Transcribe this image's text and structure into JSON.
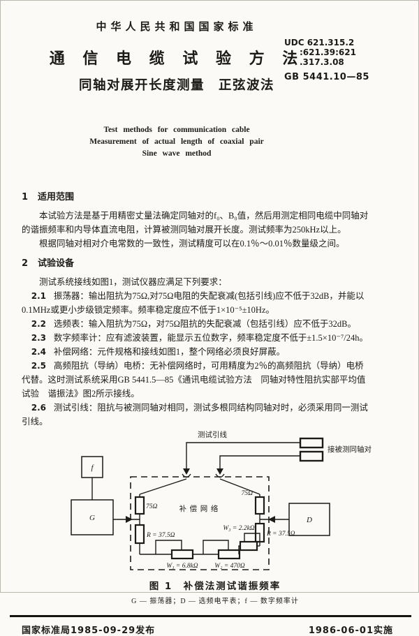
{
  "doc": {
    "country_header": "中华人民共和国国家标准",
    "title_cn_1": "通 信 电 缆 试 验 方 法",
    "title_cn_2": "同轴对展开长度测量　正弦波法",
    "udc1": "UDC 621.315.2",
    "udc2": ":621.39:621",
    "udc3": ".317.3.08",
    "std_no": "GB 5441.10—85",
    "title_en_1": "Test methods for communication cable",
    "title_en_2": "Measurement of actual length of coaxial pair",
    "title_en_3": "Sine wave method"
  },
  "section1": {
    "no": "1",
    "heading": "适用范围",
    "p1": "本试验方法是基于用精密丈量法确定同轴对的f₀、B₀值，然后用测定相同电缆中同轴对的谐振频率和内导体直流电阻，计算被测同轴对展开长度。测试频率为250kHz以上。",
    "p2": "根据同轴对相对介电常数的一致性，测试精度可以在0.1％～0.01％数量级之间。"
  },
  "section2": {
    "no": "2",
    "heading": "试验设备",
    "intro": "测试系统接线如图1，测试仪器应满足下列要求：",
    "items": [
      {
        "num": "2.1",
        "text": "振荡器：输出阻抗为75Ω,对75Ω电阻的失配衰减(包括引线)应不低于32dB，并能以0.1MHz或更小步级锁定频率。频率稳定度应不低于1×10⁻⁵±10Hz。"
      },
      {
        "num": "2.2",
        "text": "选频表：输入阻抗为75Ω，对75Ω阻抗的失配衰减（包括引线）应不低于32dB。"
      },
      {
        "num": "2.3",
        "text": "数字频率计：应有滤波装置，能显示五位数字，频率稳定度不低于±1.5×10⁻⁷/24h。"
      },
      {
        "num": "2.4",
        "text": "补偿网络：元件规格和接线如图1，整个网络必须良好屏蔽。"
      },
      {
        "num": "2.5",
        "text": "高频阻抗（导纳）电桥：无补偿网络时，可用精度为2％的高频阻抗（导纳）电桥代替。这时测试系统采用GB 5441.5—85《通讯电缆试验方法　同轴对特性阻抗实部平均值试验　谐振法》图2所示接线。"
      },
      {
        "num": "2.6",
        "text": "测试引线：阻抗与被测同轴对相同，测试多根同结构同轴对时，必须采用同一测试引线。"
      }
    ]
  },
  "figure": {
    "caption": "图 1　补偿法测试谐振频率",
    "legend": "G — 振荡器；D — 选频电平表；f — 数字频率计",
    "labels": {
      "test_lead": "测试引线",
      "coax_connect": "接被测同轴对",
      "network": "补 偿 网 络",
      "g": "G",
      "d": "D",
      "f": "f",
      "r75_left": "75Ω",
      "r75_right": "75Ω",
      "r_left": "R = 37.5Ω",
      "r_right": "R = 37.5Ω",
      "w1": "W₁ = 6.8kΩ",
      "w2": "W₂ = 470Ω",
      "w3": "W₃ = 2.2kΩ"
    }
  },
  "footer": {
    "issued": "国家标准局1985-09-29发布",
    "implemented": "1986-06-01实施"
  }
}
